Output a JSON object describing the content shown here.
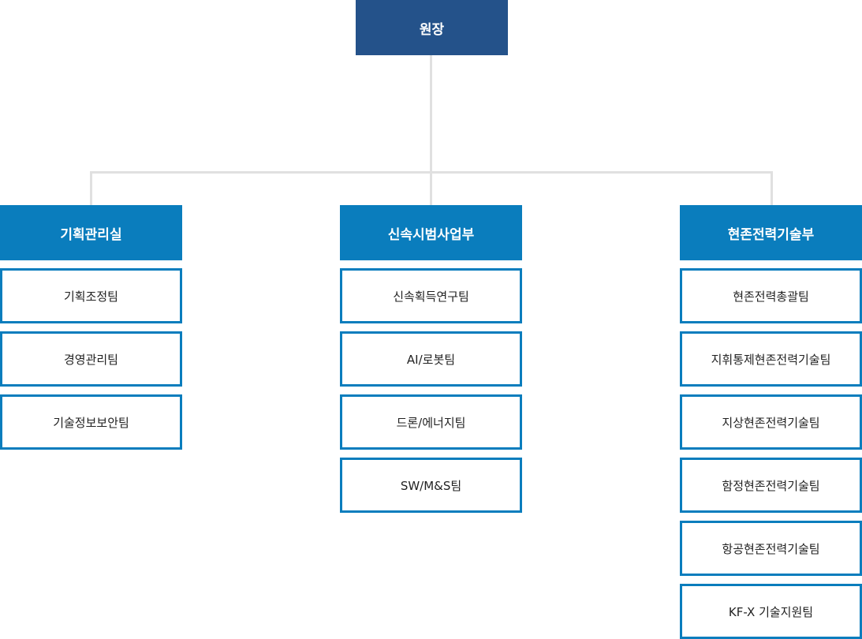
{
  "org": {
    "root": "원장",
    "departments": [
      {
        "name": "기획관리실",
        "teams": [
          "기획조정팀",
          "경영관리팀",
          "기술정보보안팀"
        ]
      },
      {
        "name": "신속시범사업부",
        "teams": [
          "신속획득연구팀",
          "AI/로봇팀",
          "드론/에너지팀",
          "SW/M&S팀"
        ]
      },
      {
        "name": "현존전력기술부",
        "teams": [
          "현존전력총괄팀",
          "지휘통제현존전력기술팀",
          "지상현존전력기술팀",
          "함정현존전력기술팀",
          "항공현존전력기술팀",
          "KF-X 기술지원팀"
        ]
      }
    ]
  },
  "colors": {
    "root_fill": "#24528a",
    "department_fill": "#0a7dbd",
    "team_border": "#0a7dbd",
    "connector": "#e0e0e0"
  }
}
